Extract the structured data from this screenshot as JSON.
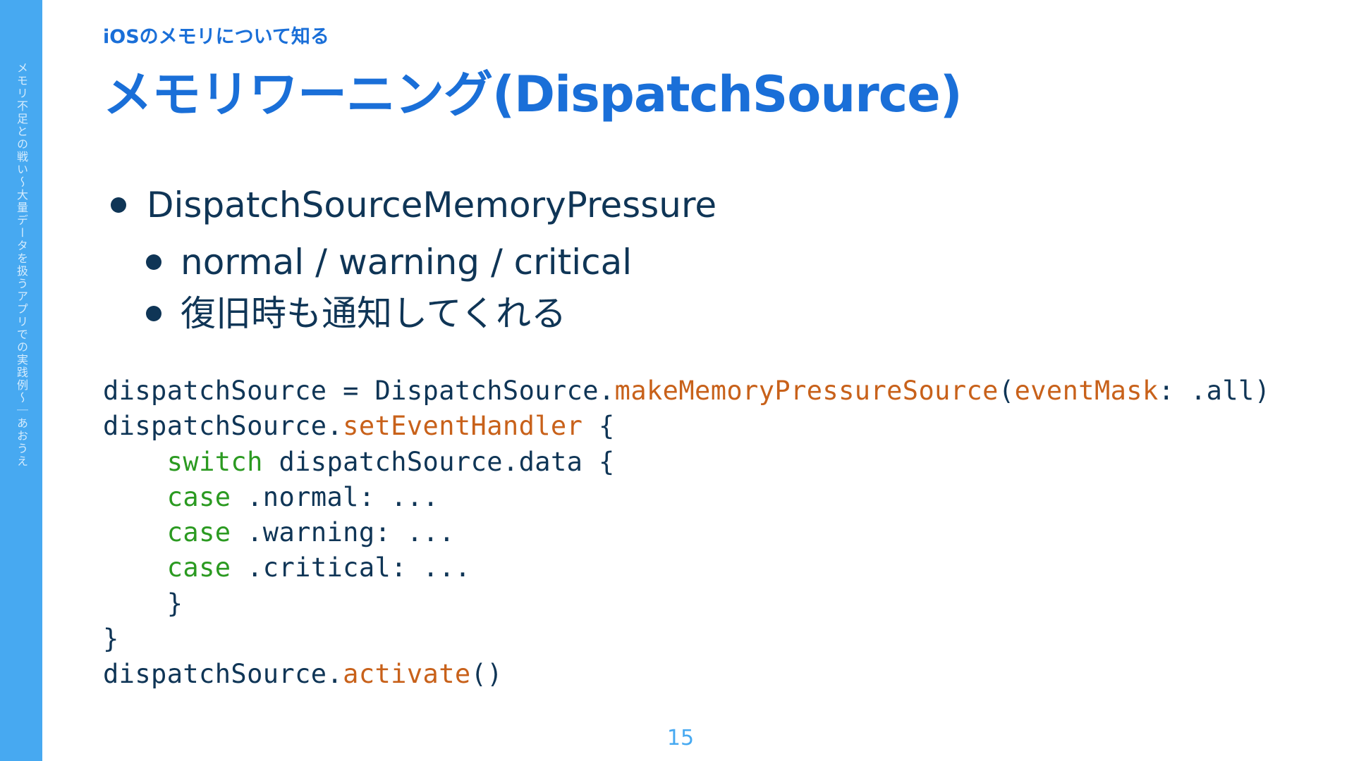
{
  "sidebar": {
    "text": "メモリ不足との戦い〜大量データを扱うアプリでの実践例〜｜あおうえ",
    "color": "#47a9f1"
  },
  "header": {
    "section": "iOSのメモリについて知る",
    "title": "メモリワーニング(DispatchSource)"
  },
  "bullets": {
    "main": "DispatchSourceMemoryPressure",
    "sub": [
      "normal / warning / critical",
      "復旧時も通知してくれる"
    ]
  },
  "code": {
    "lines": [
      [
        {
          "t": "dispatchSource = DispatchSource.",
          "c": "plain"
        },
        {
          "t": "makeMemoryPressureSource",
          "c": "method"
        },
        {
          "t": "(",
          "c": "plain"
        },
        {
          "t": "eventMask",
          "c": "method"
        },
        {
          "t": ": .all)",
          "c": "plain"
        }
      ],
      [
        {
          "t": "dispatchSource.",
          "c": "plain"
        },
        {
          "t": "setEventHandler",
          "c": "method"
        },
        {
          "t": " {",
          "c": "plain"
        }
      ],
      [
        {
          "t": "    ",
          "c": "plain"
        },
        {
          "t": "switch",
          "c": "keyword"
        },
        {
          "t": " dispatchSource.data {",
          "c": "plain"
        }
      ],
      [
        {
          "t": "    ",
          "c": "plain"
        },
        {
          "t": "case",
          "c": "keyword"
        },
        {
          "t": " .normal: ...",
          "c": "plain"
        }
      ],
      [
        {
          "t": "    ",
          "c": "plain"
        },
        {
          "t": "case",
          "c": "keyword"
        },
        {
          "t": " .warning: ...",
          "c": "plain"
        }
      ],
      [
        {
          "t": "    ",
          "c": "plain"
        },
        {
          "t": "case",
          "c": "keyword"
        },
        {
          "t": " .critical: ...",
          "c": "plain"
        }
      ],
      [
        {
          "t": "    }",
          "c": "plain"
        }
      ],
      [
        {
          "t": "}",
          "c": "plain"
        }
      ],
      [
        {
          "t": "dispatchSource.",
          "c": "plain"
        },
        {
          "t": "activate",
          "c": "method"
        },
        {
          "t": "()",
          "c": "plain"
        }
      ]
    ]
  },
  "footer": {
    "page_number": "15"
  },
  "colors": {
    "accent": "#1a6fd8",
    "text": "#0f3556",
    "method": "#c8611a",
    "keyword": "#2b9a21"
  }
}
